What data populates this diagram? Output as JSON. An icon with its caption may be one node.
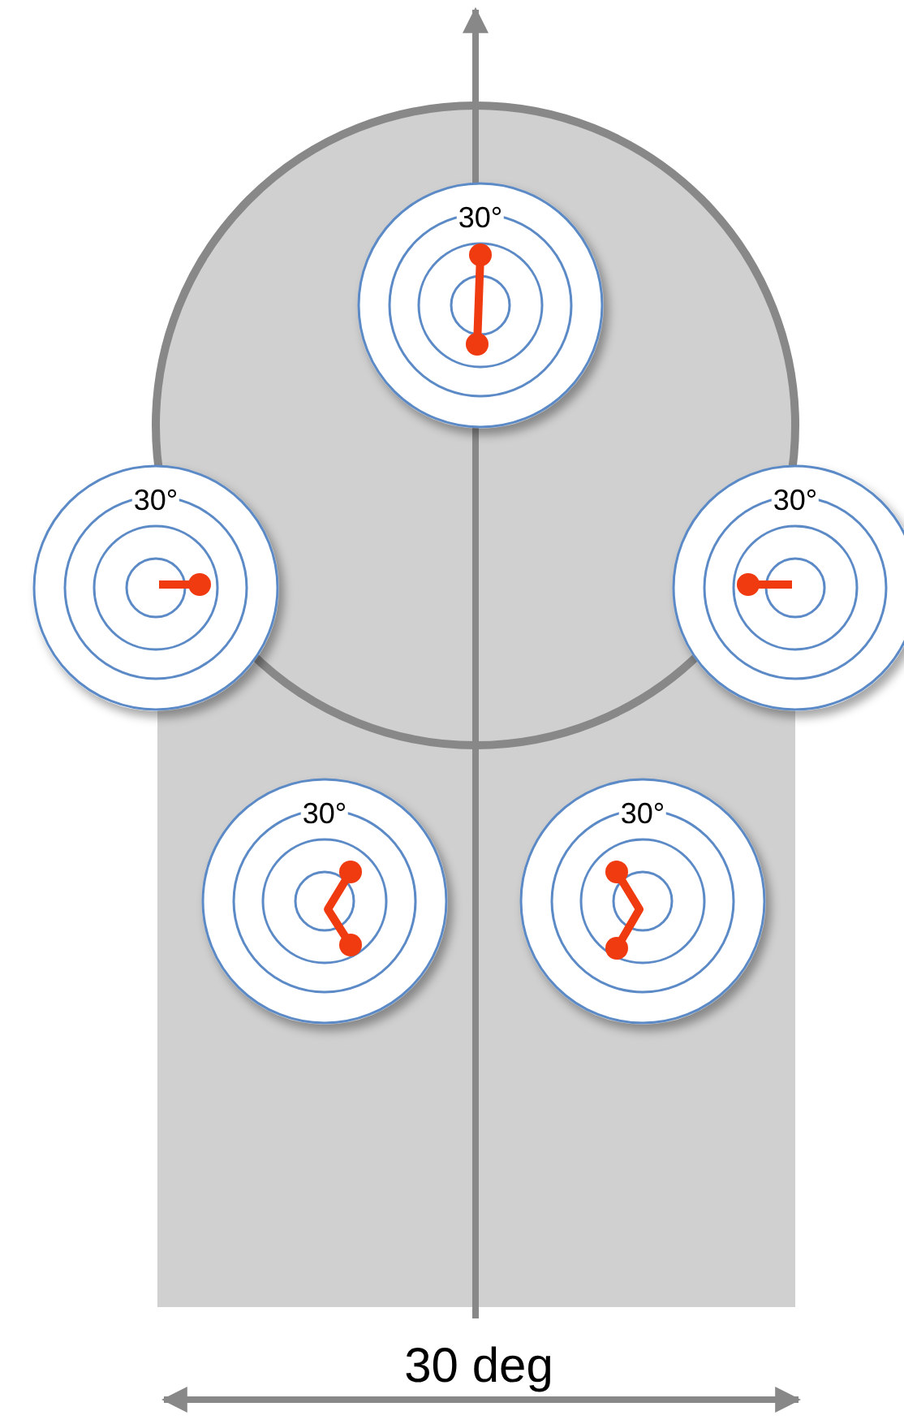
{
  "diagram": {
    "nodes": [
      {
        "text": [
          "30°"
        ]
      },
      {
        "text": [
          "30°"
        ]
      },
      {
        "text": [
          "30°"
        ]
      },
      {
        "text": [
          "30°"
        ]
      },
      {
        "text": [
          "30°"
        ]
      }
    ],
    "labels": [
      "30 deg"
    ]
  }
}
